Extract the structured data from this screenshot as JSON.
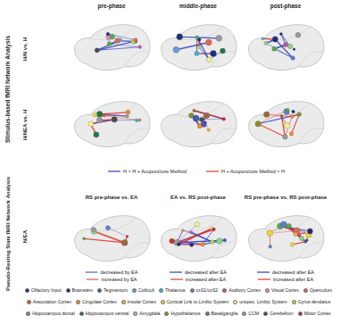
{
  "diagram": {
    "labels": [
      "pre-phase",
      "middle-phase",
      "post-phase",
      "Stimulus-based fMRI Network Analysis",
      "H/N vs. H",
      "H/NEA vs. H",
      "Pseudo-Resting State fMRI Network Analysis",
      "N/EA",
      "RS pre-phase vs. EA",
      "EA vs. RS post-phase",
      "RS pre-phase vs. RS post-phase"
    ],
    "legend": [
      {
        "text": "H > H + Acupuncture Method"
      },
      {
        "text": "H + Acupuncture Method > H"
      },
      {
        "text": "decreased by EA"
      },
      {
        "text": "increased by EA"
      },
      {
        "text": "decreased after EA"
      },
      {
        "text": "increased after EA"
      },
      {
        "text": "decreased after EA"
      },
      {
        "text": "increased after EA"
      },
      {
        "text": "Olfactory Input",
        "color": "#1c2f7a"
      },
      {
        "text": "Brainstem",
        "color": "#26287f"
      },
      {
        "text": "Tegmentum",
        "color": "#3b5bb5"
      },
      {
        "text": "Colliculi",
        "color": "#6e9ad8"
      },
      {
        "text": "Thalamus",
        "color": "#3fb7d9"
      },
      {
        "text": "cxS1/cxS2",
        "color": "#5a7fd0"
      },
      {
        "text": "Auditory Cortex",
        "color": "#c44fa8"
      },
      {
        "text": "Visual Cortex",
        "color": "#e58bc0"
      },
      {
        "text": "Operculum",
        "color": "#e2675a"
      },
      {
        "text": "Association Cortex",
        "color": "#e8532f"
      },
      {
        "text": "Cingulate Cortex",
        "color": "#f08a2a"
      },
      {
        "text": "Insular Cortex",
        "color": "#f5b130"
      },
      {
        "text": "Cortical Link to Limbic System",
        "color": "#f2d23a"
      },
      {
        "text": "unspec. Limbic System",
        "color": "#f7ee8a"
      },
      {
        "text": "Gyrus dendatus",
        "color": "#b8d84a"
      },
      {
        "text": "Hippocampus dorsal",
        "color": "#4fae4a"
      },
      {
        "text": "Hippocampus ventral",
        "color": "#1f7a3a"
      },
      {
        "text": "Amygdala",
        "color": "#8fd08a"
      },
      {
        "text": "Hypothalamus",
        "color": "#8a8f2a"
      },
      {
        "text": "Basalganglia",
        "color": "#9a6a3a"
      },
      {
        "text": "CCM",
        "color": "#9a9a9a"
      },
      {
        "text": "Cerebellum",
        "color": "#4a4a4a"
      },
      {
        "text": "Motor Cortex",
        "color": "#d42a2a"
      }
    ]
  }
}
